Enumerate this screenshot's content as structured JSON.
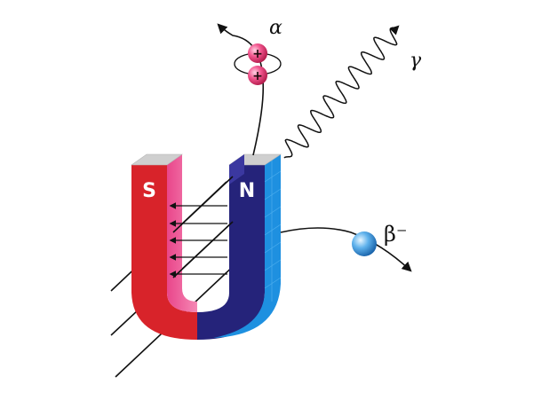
{
  "magnet": {
    "south_label": "S",
    "north_label": "N",
    "colors": {
      "south_main": "#d8232a",
      "south_inner": "#ee5f9a",
      "south_top": "#c8c8c8",
      "north_main": "#25237a",
      "north_side": "#1e90e0",
      "north_top": "#c8c8c8"
    },
    "field_lines": 5
  },
  "radiation": {
    "alpha": {
      "label": "α",
      "charges": [
        "+",
        "+"
      ],
      "color": "#e03a78"
    },
    "beta": {
      "label": "β⁻",
      "color": "#2f8fd8"
    },
    "gamma": {
      "label": "γ"
    }
  }
}
